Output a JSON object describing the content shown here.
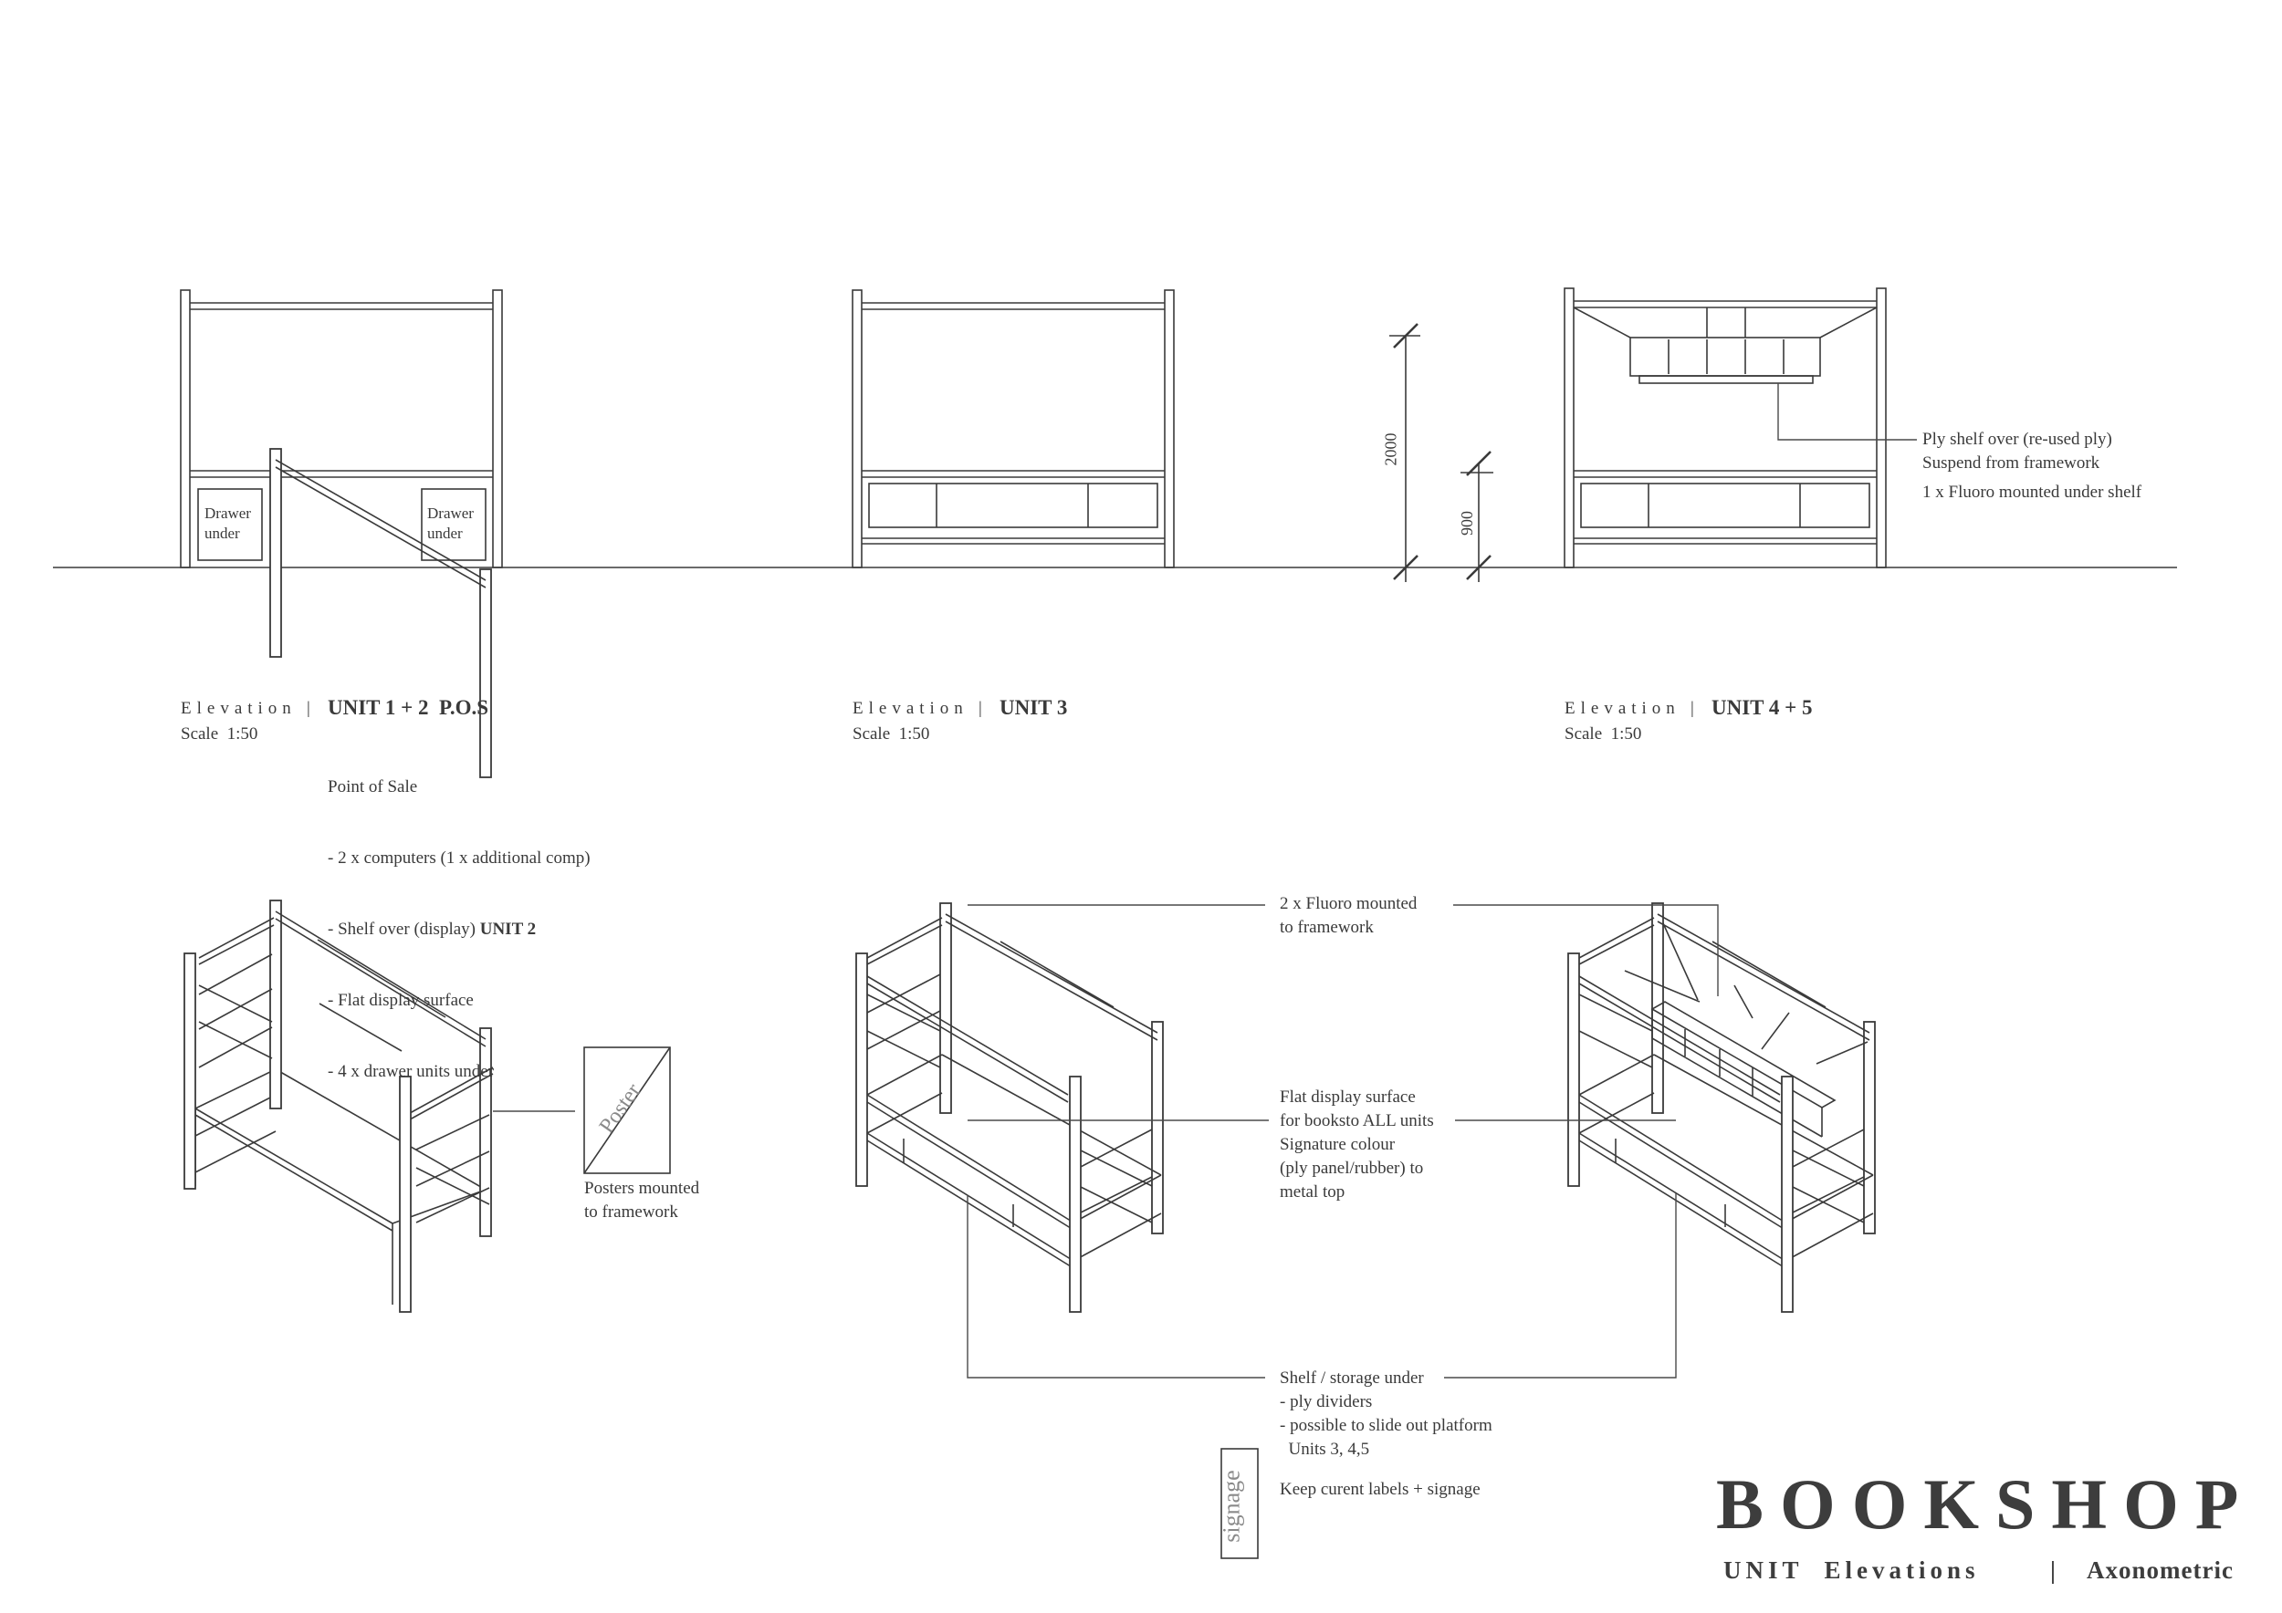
{
  "elevations": {
    "unit12": {
      "prefix": "Elevation",
      "separator": "|",
      "title": "UNIT 1 + 2  P.O.S",
      "scale": "Scale  1:50",
      "drawer_label_1": "Drawer\nunder",
      "drawer_label_2": "Drawer\nunder",
      "notes": {
        "line1": "Point of Sale",
        "line2": "- 2 x computers (1 x additional comp)",
        "line3_prefix": "- Shelf over (display) ",
        "line3_bold": "UNIT 2",
        "line4": "- Flat display surface",
        "line5": "- 4 x drawer units under"
      }
    },
    "unit3": {
      "prefix": "Elevation",
      "separator": "|",
      "title": "UNIT 3",
      "scale": "Scale  1:50"
    },
    "unit45": {
      "prefix": "Elevation",
      "separator": "|",
      "title": "UNIT 4 + 5",
      "scale": "Scale  1:50",
      "shelf_note": "Ply shelf over (re-used ply)\nSuspend from framework",
      "fluoro_note": "1 x Fluoro mounted under shelf"
    }
  },
  "dimensions": {
    "overall_height": "2000",
    "counter_height": "900"
  },
  "axonometric_notes": {
    "poster_label": "Poster",
    "posters": "Posters mounted\nto framework",
    "fluoro": "2 x Fluoro mounted\nto framework",
    "display_surface": "Flat display surface\nfor booksto ALL units\nSignature colour\n(ply panel/rubber) to\nmetal top",
    "storage": "Shelf / storage under\n- ply dividers\n- possible to slide out platform\n  Units 3, 4,5",
    "labels": "Keep curent labels + signage",
    "signage_label": "signage"
  },
  "title_block": {
    "title": "BOOKSHOP",
    "subtitle_left": "UNIT  Elevations",
    "subtitle_separator": "|",
    "subtitle_right": "Axonometric"
  }
}
